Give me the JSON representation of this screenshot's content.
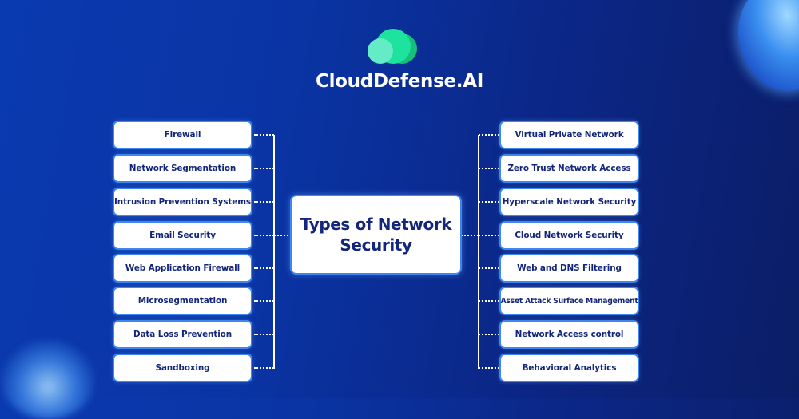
{
  "brand": {
    "name": "CloudDefense.AI",
    "logo_icon": "cloud-icon",
    "colors": {
      "logo_light": "#64ecc6",
      "logo_mid": "#1ee39f",
      "logo_dark": "#15c07a",
      "box_text": "#13267a",
      "box_border": "#3f86ee",
      "background_left": "#0a3ab0",
      "background_right": "#0b1d66"
    }
  },
  "center": {
    "title_line1": "Types of Network",
    "title_line2": "Security"
  },
  "left_items": [
    "Firewall",
    "Network Segmentation",
    "Intrusion Prevention Systems",
    "Email Security",
    "Web Application Firewall",
    "Microsegmentation",
    "Data Loss Prevention",
    "Sandboxing"
  ],
  "right_items": [
    "Virtual Private Network",
    "Zero Trust Network Access",
    "Hyperscale Network Security",
    "Cloud Network Security",
    "Web and DNS Filtering",
    "Asset Attack Surface Management",
    "Network Access control",
    "Behavioral Analytics"
  ]
}
